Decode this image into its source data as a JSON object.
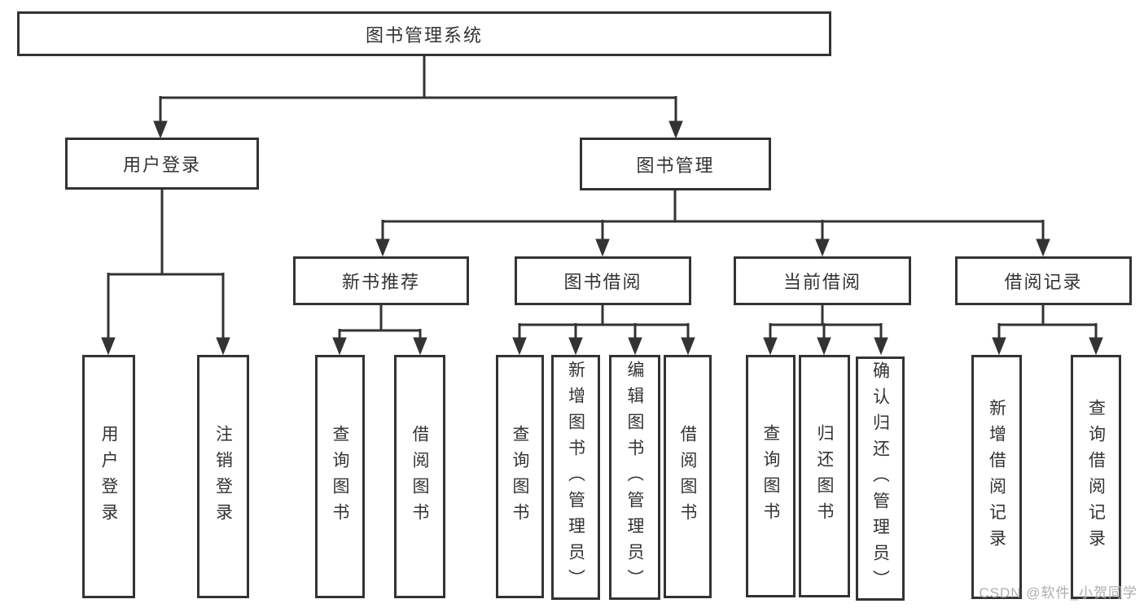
{
  "diagram": {
    "root": {
      "label": "图书管理系统"
    },
    "level2": [
      {
        "label": "用户登录"
      },
      {
        "label": "图书管理"
      }
    ],
    "level3": [
      {
        "label": "新书推荐"
      },
      {
        "label": "图书借阅"
      },
      {
        "label": "当前借阅"
      },
      {
        "label": "借阅记录"
      }
    ],
    "leaves": [
      {
        "group": "用户登录",
        "label": "用户登录"
      },
      {
        "group": "用户登录",
        "label": "注销登录"
      },
      {
        "group": "新书推荐",
        "label": "查询图书"
      },
      {
        "group": "新书推荐",
        "label": "借阅图书"
      },
      {
        "group": "图书借阅",
        "label": "查询图书"
      },
      {
        "group": "图书借阅",
        "label": "新增图书（管理员）"
      },
      {
        "group": "图书借阅",
        "label": "编辑图书（管理员）"
      },
      {
        "group": "图书借阅",
        "label": "借阅图书"
      },
      {
        "group": "当前借阅",
        "label": "查询图书"
      },
      {
        "group": "当前借阅",
        "label": "归还图书"
      },
      {
        "group": "当前借阅",
        "label": "确认归还（管理员）"
      },
      {
        "group": "借阅记录",
        "label": "新增借阅记录"
      },
      {
        "group": "借阅记录",
        "label": "查询借阅记录"
      }
    ]
  },
  "watermark": {
    "text": "CSDN @软件_小贺同学"
  },
  "colors": {
    "line": "#333333",
    "box_border": "#333333",
    "text": "#333333",
    "watermark": "#aeaeae",
    "background": "#ffffff"
  }
}
